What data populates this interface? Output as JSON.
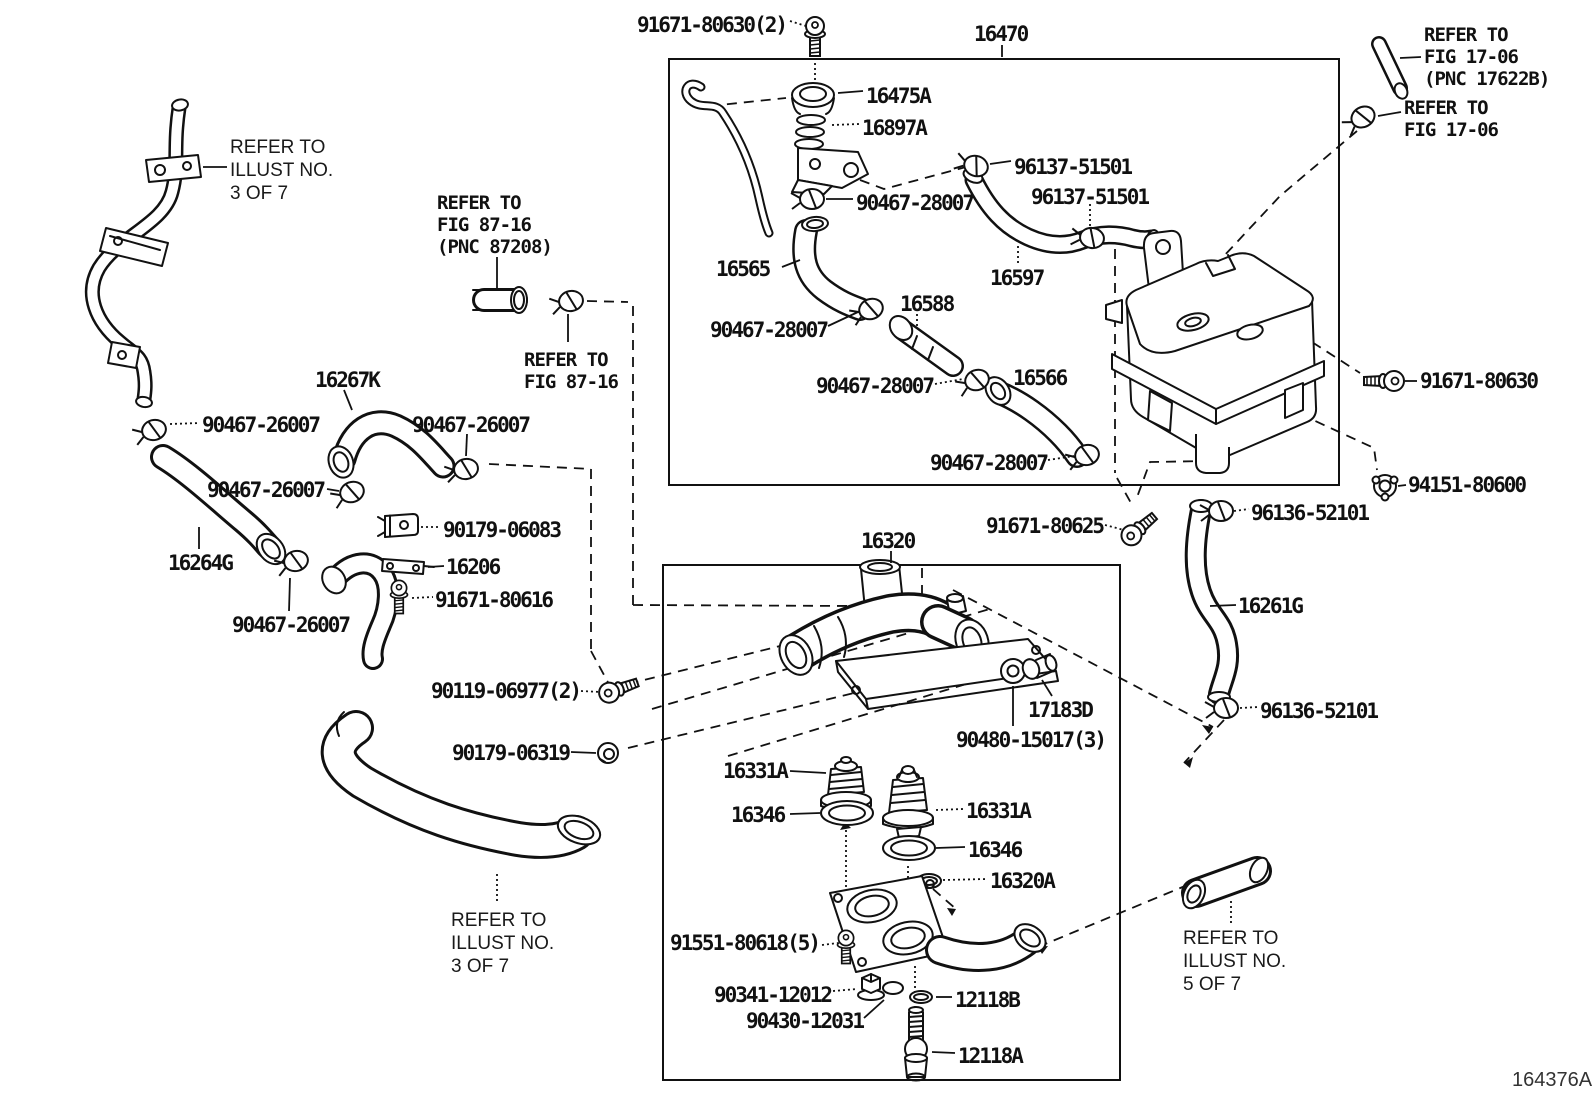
{
  "sheet": {
    "code": "164376A"
  },
  "colors": {
    "ink": "#111111",
    "background": "#ffffff"
  },
  "parts": [
    {
      "text": "91671-80630(2)"
    },
    {
      "text": "16470"
    },
    {
      "text": "16475A"
    },
    {
      "text": "16897A"
    },
    {
      "text": "96137-51501"
    },
    {
      "text": "96137-51501"
    },
    {
      "text": "90467-28007"
    },
    {
      "text": "16565"
    },
    {
      "text": "16597"
    },
    {
      "text": "16588"
    },
    {
      "text": "90467-28007"
    },
    {
      "text": "90467-28007"
    },
    {
      "text": "16566"
    },
    {
      "text": "90467-28007"
    },
    {
      "text": "91671-80630"
    },
    {
      "text": "94151-80600"
    },
    {
      "text": "96136-52101"
    },
    {
      "text": "91671-80625"
    },
    {
      "text": "16261G"
    },
    {
      "text": "96136-52101"
    },
    {
      "text": "16320"
    },
    {
      "text": "90119-06977(2)"
    },
    {
      "text": "90179-06319"
    },
    {
      "text": "16331A"
    },
    {
      "text": "16346"
    },
    {
      "text": "16331A"
    },
    {
      "text": "16346"
    },
    {
      "text": "16320A"
    },
    {
      "text": "17183D"
    },
    {
      "text": "90480-15017(3)"
    },
    {
      "text": "91551-80618(5)"
    },
    {
      "text": "90341-12012"
    },
    {
      "text": "90430-12031"
    },
    {
      "text": "12118B"
    },
    {
      "text": "12118A"
    },
    {
      "text": "16267K"
    },
    {
      "text": "90467-26007"
    },
    {
      "text": "90467-26007"
    },
    {
      "text": "90467-26007"
    },
    {
      "text": "16264G"
    },
    {
      "text": "90179-06083"
    },
    {
      "text": "16206"
    },
    {
      "text": "91671-80616"
    },
    {
      "text": "90467-26007"
    }
  ],
  "refs": [
    {
      "lines": [
        "REFER TO",
        "FIG 17-06",
        "(PNC 17622B)"
      ]
    },
    {
      "lines": [
        "REFER TO",
        "FIG 17-06"
      ]
    },
    {
      "lines": [
        "REFER TO",
        "FIG 87-16",
        "(PNC 87208)"
      ]
    },
    {
      "lines": [
        "REFER TO",
        "FIG 87-16"
      ]
    },
    {
      "lines": [
        "REFER TO",
        "ILLUST NO.",
        "3 OF 7"
      ]
    },
    {
      "lines": [
        "REFER TO",
        "ILLUST NO.",
        "3 OF 7"
      ]
    },
    {
      "lines": [
        "REFER TO",
        "ILLUST NO.",
        "5 OF 7"
      ]
    }
  ]
}
